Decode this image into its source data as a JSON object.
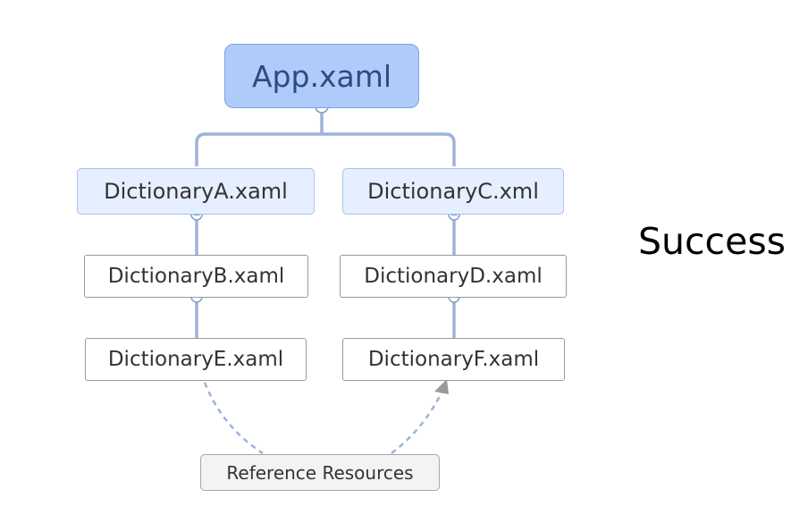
{
  "nodes": {
    "root": "App.xaml",
    "dict_a": "DictionaryA.xaml",
    "dict_c": "DictionaryC.xml",
    "dict_b": "DictionaryB.xaml",
    "dict_d": "DictionaryD.xaml",
    "dict_e": "DictionaryE.xaml",
    "dict_f": "DictionaryF.xaml",
    "reference": "Reference Resources"
  },
  "status": "Success",
  "colors": {
    "connector": "#9db3d9",
    "root_fill": "#aecbfa",
    "level1_fill": "#e6efff",
    "reference_arrow": "#9a9a9a"
  }
}
